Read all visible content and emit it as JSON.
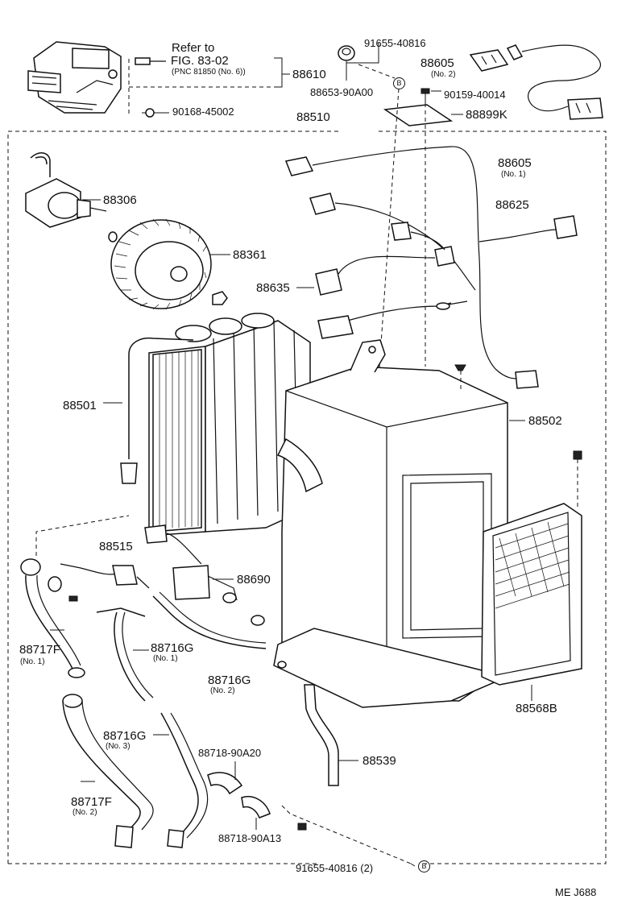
{
  "diagram": {
    "refer_to": "Refer to",
    "fig_ref": "FIG. 83-02",
    "pnc_ref": "(PNC 81850 (No. 6))",
    "footer": "ME  J688",
    "circle_mark": "B",
    "parts": {
      "p88610": "88610",
      "p90168": "90168-45002",
      "p88510": "88510",
      "p91655a": "91655-40816",
      "p88653": "88653-90A00",
      "p88605a": "88605",
      "p88605a_sub": "(No. 2)",
      "p90159": "90159-40014",
      "p88899k": "88899K",
      "p88605b": "88605",
      "p88605b_sub": "(No. 1)",
      "p88625": "88625",
      "p88306": "88306",
      "p88361": "88361",
      "p88635": "88635",
      "p88501": "88501",
      "p88502": "88502",
      "p88515": "88515",
      "p88690": "88690",
      "p88717fa": "88717F",
      "p88717fa_sub": "(No. 1)",
      "p88716ga": "88716G",
      "p88716ga_sub": "(No. 1)",
      "p88716gb": "88716G",
      "p88716gb_sub": "(No. 2)",
      "p88716gc": "88716G",
      "p88716gc_sub": "(No. 3)",
      "p88718a20": "88718-90A20",
      "p88718a13": "88718-90A13",
      "p88717fb": "88717F",
      "p88717fb_sub": "(No. 2)",
      "p88539": "88539",
      "p88568b": "88568B",
      "p91655b": "91655-40816 (2)"
    }
  }
}
